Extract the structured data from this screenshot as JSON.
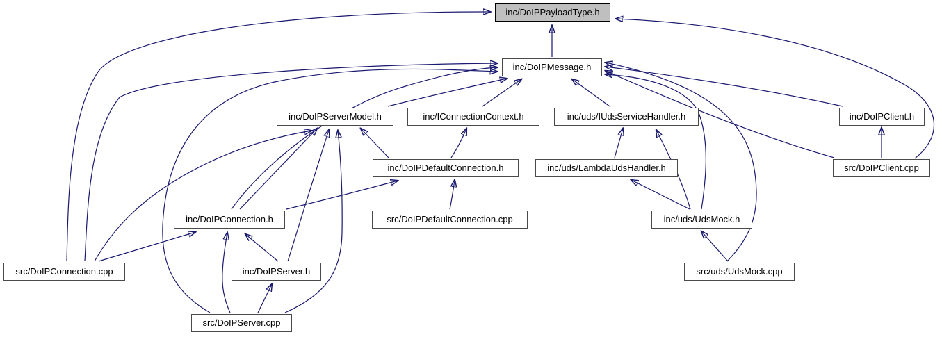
{
  "diagram": {
    "kind": "include-dependency-graph",
    "focus_node": "inc/DoIPPayloadType.h",
    "colors": {
      "edge": "#191970",
      "node_fill": "#ffffff",
      "node_border": "#4a4a4a",
      "focus_node_fill": "#bfbfbf",
      "background": "#ffffff"
    }
  },
  "nodes": [
    {
      "id": "payload-type-h",
      "label": "inc/DoIPPayloadType.h",
      "focus": true
    },
    {
      "id": "message-h",
      "label": "inc/DoIPMessage.h",
      "focus": false
    },
    {
      "id": "server-model-h",
      "label": "inc/DoIPServerModel.h",
      "focus": false
    },
    {
      "id": "iconnection-context-h",
      "label": "inc/IConnectionContext.h",
      "focus": false
    },
    {
      "id": "iuds-service-handler-h",
      "label": "inc/uds/IUdsServiceHandler.h",
      "focus": false
    },
    {
      "id": "client-h",
      "label": "inc/DoIPClient.h",
      "focus": false
    },
    {
      "id": "default-connection-h",
      "label": "inc/DoIPDefaultConnection.h",
      "focus": false
    },
    {
      "id": "lambda-uds-handler-h",
      "label": "inc/uds/LambdaUdsHandler.h",
      "focus": false
    },
    {
      "id": "client-cpp",
      "label": "src/DoIPClient.cpp",
      "focus": false
    },
    {
      "id": "connection-h",
      "label": "inc/DoIPConnection.h",
      "focus": false
    },
    {
      "id": "default-connection-cpp",
      "label": "src/DoIPDefaultConnection.cpp",
      "focus": false
    },
    {
      "id": "uds-mock-h",
      "label": "inc/uds/UdsMock.h",
      "focus": false
    },
    {
      "id": "connection-cpp",
      "label": "src/DoIPConnection.cpp",
      "focus": false
    },
    {
      "id": "server-h",
      "label": "inc/DoIPServer.h",
      "focus": false
    },
    {
      "id": "uds-mock-cpp",
      "label": "src/uds/UdsMock.cpp",
      "focus": false
    },
    {
      "id": "server-cpp",
      "label": "src/DoIPServer.cpp",
      "focus": false
    }
  ],
  "edges": [
    {
      "from": "inc/DoIPMessage.h",
      "to": "inc/DoIPPayloadType.h"
    },
    {
      "from": "src/DoIPConnection.cpp",
      "to": "inc/DoIPPayloadType.h"
    },
    {
      "from": "src/DoIPClient.cpp",
      "to": "inc/DoIPPayloadType.h"
    },
    {
      "from": "src/DoIPConnection.cpp",
      "to": "inc/DoIPMessage.h"
    },
    {
      "from": "inc/DoIPConnection.h",
      "to": "inc/DoIPMessage.h"
    },
    {
      "from": "src/DoIPServer.cpp",
      "to": "inc/DoIPMessage.h"
    },
    {
      "from": "inc/DoIPServerModel.h",
      "to": "inc/DoIPMessage.h"
    },
    {
      "from": "inc/IConnectionContext.h",
      "to": "inc/DoIPMessage.h"
    },
    {
      "from": "inc/uds/IUdsServiceHandler.h",
      "to": "inc/DoIPMessage.h"
    },
    {
      "from": "inc/DoIPClient.h",
      "to": "inc/DoIPMessage.h"
    },
    {
      "from": "src/DoIPClient.cpp",
      "to": "inc/DoIPMessage.h"
    },
    {
      "from": "inc/uds/UdsMock.h",
      "to": "inc/DoIPMessage.h"
    },
    {
      "from": "src/uds/UdsMock.cpp",
      "to": "inc/DoIPMessage.h"
    },
    {
      "from": "inc/uds/LambdaUdsHandler.h",
      "to": "inc/uds/IUdsServiceHandler.h"
    },
    {
      "from": "inc/uds/UdsMock.h",
      "to": "inc/uds/IUdsServiceHandler.h"
    },
    {
      "from": "inc/uds/UdsMock.h",
      "to": "inc/uds/LambdaUdsHandler.h"
    },
    {
      "from": "src/uds/UdsMock.cpp",
      "to": "inc/uds/UdsMock.h"
    },
    {
      "from": "src/DoIPClient.cpp",
      "to": "inc/DoIPClient.h"
    },
    {
      "from": "src/DoIPDefaultConnection.cpp",
      "to": "inc/DoIPDefaultConnection.h"
    },
    {
      "from": "inc/DoIPDefaultConnection.h",
      "to": "inc/DoIPServerModel.h"
    },
    {
      "from": "inc/DoIPDefaultConnection.h",
      "to": "inc/IConnectionContext.h"
    },
    {
      "from": "inc/DoIPConnection.h",
      "to": "inc/DoIPServerModel.h"
    },
    {
      "from": "inc/DoIPConnection.h",
      "to": "inc/DoIPDefaultConnection.h"
    },
    {
      "from": "src/DoIPConnection.cpp",
      "to": "inc/DoIPServerModel.h"
    },
    {
      "from": "src/DoIPConnection.cpp",
      "to": "inc/DoIPConnection.h"
    },
    {
      "from": "inc/DoIPServer.h",
      "to": "inc/DoIPConnection.h"
    },
    {
      "from": "inc/DoIPServer.h",
      "to": "inc/DoIPServerModel.h"
    },
    {
      "from": "src/DoIPServer.cpp",
      "to": "inc/DoIPConnection.h"
    },
    {
      "from": "src/DoIPServer.cpp",
      "to": "inc/DoIPServer.h"
    },
    {
      "from": "src/DoIPServer.cpp",
      "to": "inc/DoIPServerModel.h"
    }
  ]
}
